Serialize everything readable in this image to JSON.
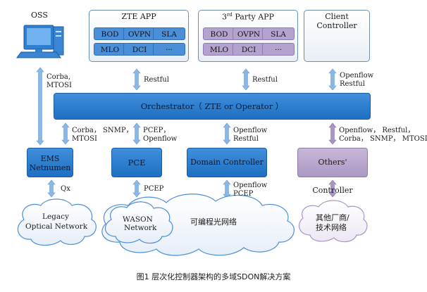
{
  "oss": {
    "title": "OSS",
    "link_label": [
      "Corba,",
      "MTOSI"
    ]
  },
  "zte_app": {
    "title": "ZTE APP",
    "cells": [
      "BOD",
      "OVPN",
      "SLA",
      "MLO",
      "DCI",
      "···"
    ],
    "link_label": "Restful"
  },
  "third_party_app": {
    "title_sup": "rd",
    "title_pre": "3",
    "title_post": " Party APP",
    "cells": [
      "BOD",
      "OVPN",
      "SLA",
      "MLO",
      "DCI",
      "···"
    ],
    "link_label": "Restful"
  },
  "client_controller": {
    "title": "Client Controller",
    "link_label": [
      "Openflow",
      "Restful"
    ]
  },
  "orchestrator": {
    "label": "Orchestrator（ ZTE or  Operator ）"
  },
  "links_mid": {
    "ems": [
      "Corba， SNMP，",
      "MTOSI"
    ],
    "pce": [
      "PCEP，",
      "Openflow"
    ],
    "domain": [
      "Openflow",
      "Restful"
    ],
    "others": [
      "Openflow， Restful，",
      "Corba， SNMP， MTOSI"
    ]
  },
  "controllers": {
    "ems": [
      "EMS",
      "Netnumen"
    ],
    "pce": "PCE",
    "domain": "Domain Controller",
    "others": "Others' Controller"
  },
  "links_low": {
    "ems": "Qx",
    "pce": "PCEP",
    "domain": [
      "Openflow",
      "PCEP"
    ]
  },
  "clouds": {
    "legacy": [
      "Legacy",
      "Optical Network"
    ],
    "wason": [
      "WASON",
      "Network"
    ],
    "programmable": "可编程光网络",
    "vendors": [
      "其他厂商/",
      "技术网络"
    ]
  },
  "caption": "图1 层次化控制器架构的多域SDON解决方案",
  "colors": {
    "arrow_blue": "#8ab8e6",
    "arrow_purple": "#a994c6",
    "cloud_stroke": "#4a8fd8"
  }
}
